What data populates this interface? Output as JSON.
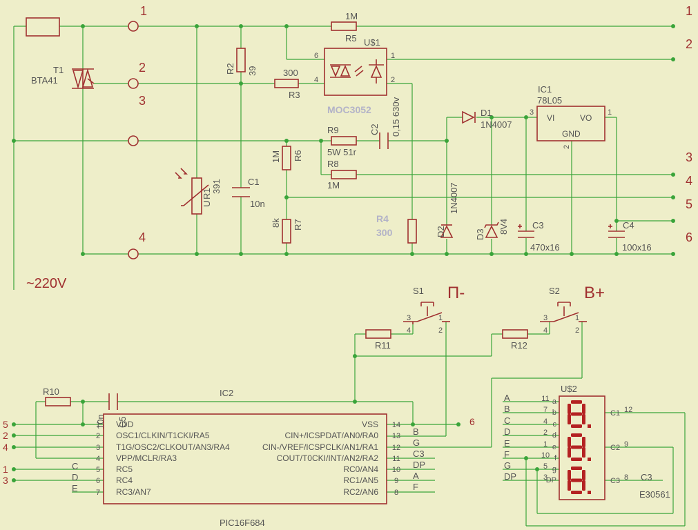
{
  "diagram": {
    "mains_label": "~220V",
    "net_numbers": {
      "left_1": "1",
      "left_2": "2",
      "left_3": "3",
      "left_4": "4",
      "right_1": "1",
      "right_2": "2",
      "right_3": "3",
      "right_4": "4",
      "right_5": "5",
      "right_6": "6",
      "mcu_6": "6"
    },
    "mcu_left_nets": [
      "5",
      "2",
      "4",
      "1",
      "3"
    ],
    "components": {
      "T1": {
        "ref": "T1",
        "value": "BTA41"
      },
      "R1": {
        "ref": "R1",
        "value": "391",
        "sym": "U"
      },
      "R2": {
        "ref": "R2",
        "value": "39"
      },
      "C1": {
        "ref": "C1",
        "value": "10n"
      },
      "R3": {
        "ref": "R3",
        "value": "300"
      },
      "R5": {
        "ref": "R5",
        "value": "1M"
      },
      "U1": {
        "ref": "U$1",
        "value": "MOC3052",
        "pins": [
          "6",
          "4",
          "1",
          "2"
        ]
      },
      "R9": {
        "ref": "R9",
        "value": "5W 51r"
      },
      "C2": {
        "ref": "C2",
        "value": "0,15 630v"
      },
      "R8": {
        "ref": "R8",
        "value": "1M"
      },
      "R6": {
        "ref": "R6",
        "value": "1M"
      },
      "R7": {
        "ref": "R7",
        "value": "8k"
      },
      "R4": {
        "ref": "R4",
        "value": "300"
      },
      "D1": {
        "ref": "D1",
        "value": "1N4007"
      },
      "D2": {
        "ref": "D2",
        "value": "1N4007"
      },
      "D3": {
        "ref": "D3",
        "value": "8V4"
      },
      "C3": {
        "ref": "C3",
        "value": "470x16"
      },
      "C4": {
        "ref": "C4",
        "value": "100x16"
      },
      "IC1": {
        "ref": "IC1",
        "value": "78L05",
        "vi": "VI",
        "vo": "VO",
        "gnd": "GND",
        "pins": [
          "3",
          "1",
          "2"
        ]
      },
      "S1": {
        "ref": "S1",
        "label": "П-",
        "pins": [
          "3",
          "1",
          "4",
          "2"
        ]
      },
      "S2": {
        "ref": "S2",
        "label": "B+",
        "pins": [
          "3",
          "1",
          "4",
          "2"
        ]
      },
      "R11": {
        "ref": "R11"
      },
      "R12": {
        "ref": "R12"
      },
      "R10": {
        "ref": "R10"
      },
      "C5": {
        "ref": "C5",
        "value": "10n"
      },
      "IC2": {
        "ref": "IC2",
        "value": "PIC16F684"
      },
      "U2": {
        "ref": "U$2",
        "value": "E30561"
      }
    },
    "ic2_left_pins": [
      {
        "num": "1",
        "name": "VDD"
      },
      {
        "num": "2",
        "name": "OSC1/CLKIN/T1CKI/RA5"
      },
      {
        "num": "3",
        "name": "T1G/OSC2/CLKOUT/AN3/RA4"
      },
      {
        "num": "4",
        "name": "VPP/MCLR/RA3"
      },
      {
        "num": "5",
        "name": "RC5"
      },
      {
        "num": "6",
        "name": "RC4"
      },
      {
        "num": "7",
        "name": "RC3/AN7"
      }
    ],
    "ic2_right_pins": [
      {
        "num": "14",
        "name": "VSS"
      },
      {
        "num": "13",
        "name": "CIN+/ICSPDAT/AN0/RA0"
      },
      {
        "num": "12",
        "name": "CIN-/VREF/ICSPCLK/AN1/RA1"
      },
      {
        "num": "11",
        "name": "COUT/T0CKI/INT/AN2/RA2"
      },
      {
        "num": "10",
        "name": "RC0/AN4"
      },
      {
        "num": "9",
        "name": "RC1/AN5"
      },
      {
        "num": "8",
        "name": "RC2/AN6"
      }
    ],
    "ic2_left_nets": [
      "C",
      "D",
      "E"
    ],
    "ic2_right_nets": [
      "B",
      "G",
      "C3",
      "DP",
      "A",
      "F"
    ],
    "u2_pins": [
      {
        "net": "A",
        "num": "11",
        "seg": "a"
      },
      {
        "net": "B",
        "num": "7",
        "seg": "b"
      },
      {
        "net": "C",
        "num": "4",
        "seg": "c"
      },
      {
        "net": "D",
        "num": "2",
        "seg": "d"
      },
      {
        "net": "E",
        "num": "1",
        "seg": "e"
      },
      {
        "net": "F",
        "num": "10",
        "seg": "f"
      },
      {
        "net": "G",
        "num": "5",
        "seg": "g"
      },
      {
        "net": "DP",
        "num": "3",
        "seg": "DP"
      }
    ],
    "u2_commons": [
      {
        "name": "C1",
        "num": "12"
      },
      {
        "name": "C2",
        "num": "9"
      },
      {
        "name": "C3",
        "num": "8"
      }
    ],
    "u2_c3_net": "C3"
  }
}
